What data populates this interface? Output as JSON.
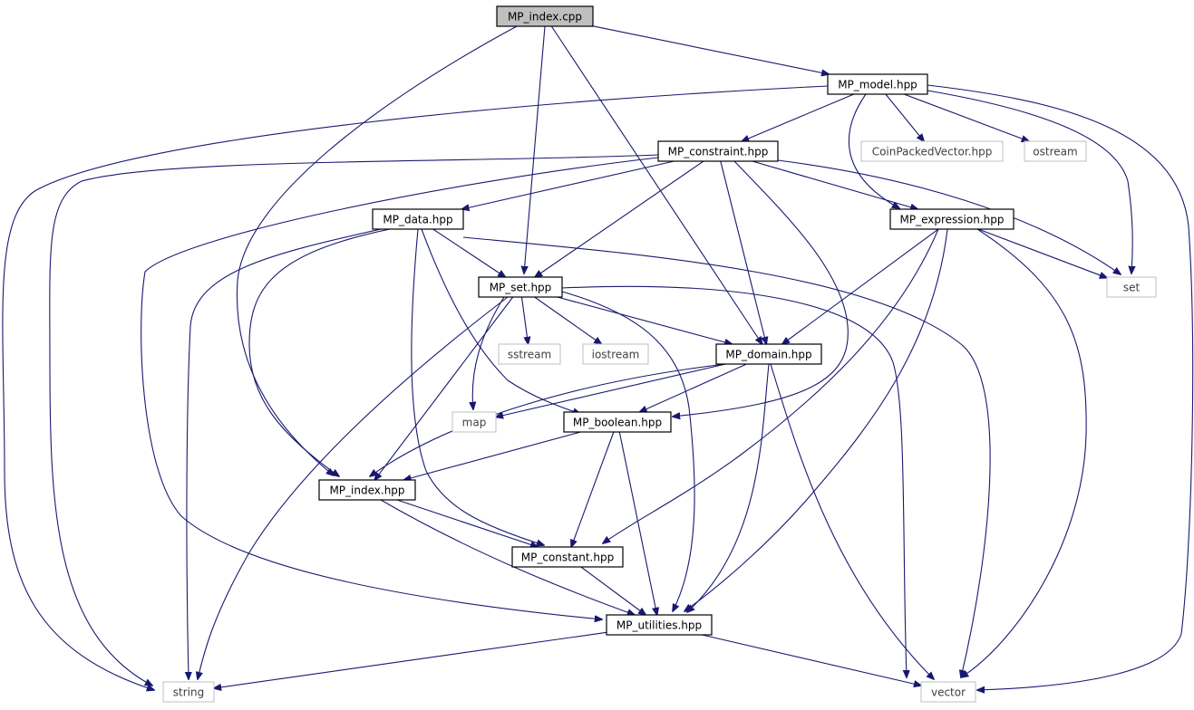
{
  "diagram": {
    "nodes": [
      {
        "id": "mp_index_cpp",
        "label": "MP_index.cpp",
        "kind": "root"
      },
      {
        "id": "mp_model",
        "label": "MP_model.hpp",
        "kind": "doc"
      },
      {
        "id": "mp_constraint",
        "label": "MP_constraint.hpp",
        "kind": "doc"
      },
      {
        "id": "coin",
        "label": "CoinPackedVector.hpp",
        "kind": "ext"
      },
      {
        "id": "ostream",
        "label": "ostream",
        "kind": "ext"
      },
      {
        "id": "mp_data",
        "label": "MP_data.hpp",
        "kind": "doc"
      },
      {
        "id": "mp_expression",
        "label": "MP_expression.hpp",
        "kind": "doc"
      },
      {
        "id": "set",
        "label": "set",
        "kind": "ext"
      },
      {
        "id": "mp_set",
        "label": "MP_set.hpp",
        "kind": "doc"
      },
      {
        "id": "sstream",
        "label": "sstream",
        "kind": "ext"
      },
      {
        "id": "iostream",
        "label": "iostream",
        "kind": "ext"
      },
      {
        "id": "mp_domain",
        "label": "MP_domain.hpp",
        "kind": "doc"
      },
      {
        "id": "map",
        "label": "map",
        "kind": "ext"
      },
      {
        "id": "mp_boolean",
        "label": "MP_boolean.hpp",
        "kind": "doc"
      },
      {
        "id": "mp_index_hpp",
        "label": "MP_index.hpp",
        "kind": "doc"
      },
      {
        "id": "mp_constant",
        "label": "MP_constant.hpp",
        "kind": "doc"
      },
      {
        "id": "mp_utilities",
        "label": "MP_utilities.hpp",
        "kind": "doc"
      },
      {
        "id": "string",
        "label": "string",
        "kind": "ext"
      },
      {
        "id": "vector",
        "label": "vector",
        "kind": "ext"
      }
    ],
    "edges": [
      {
        "from": "mp_index_cpp",
        "to": "mp_model"
      },
      {
        "from": "mp_index_cpp",
        "to": "mp_set"
      },
      {
        "from": "mp_index_cpp",
        "to": "mp_domain"
      },
      {
        "from": "mp_index_cpp",
        "to": "mp_index_hpp"
      },
      {
        "from": "mp_model",
        "to": "mp_constraint"
      },
      {
        "from": "mp_model",
        "to": "coin"
      },
      {
        "from": "mp_model",
        "to": "ostream"
      },
      {
        "from": "mp_model",
        "to": "mp_expression"
      },
      {
        "from": "mp_model",
        "to": "set"
      },
      {
        "from": "mp_model",
        "to": "string"
      },
      {
        "from": "mp_model",
        "to": "vector"
      },
      {
        "from": "mp_constraint",
        "to": "mp_data"
      },
      {
        "from": "mp_constraint",
        "to": "mp_expression"
      },
      {
        "from": "mp_constraint",
        "to": "set"
      },
      {
        "from": "mp_constraint",
        "to": "mp_set"
      },
      {
        "from": "mp_constraint",
        "to": "mp_domain"
      },
      {
        "from": "mp_constraint",
        "to": "mp_boolean"
      },
      {
        "from": "mp_constraint",
        "to": "mp_utilities"
      },
      {
        "from": "mp_constraint",
        "to": "string"
      },
      {
        "from": "mp_data",
        "to": "mp_set"
      },
      {
        "from": "mp_data",
        "to": "mp_boolean"
      },
      {
        "from": "mp_data",
        "to": "mp_index_hpp"
      },
      {
        "from": "mp_data",
        "to": "mp_constant"
      },
      {
        "from": "mp_data",
        "to": "string"
      },
      {
        "from": "mp_data",
        "to": "vector"
      },
      {
        "from": "mp_expression",
        "to": "set"
      },
      {
        "from": "mp_expression",
        "to": "mp_domain"
      },
      {
        "from": "mp_expression",
        "to": "mp_constant"
      },
      {
        "from": "mp_expression",
        "to": "mp_utilities"
      },
      {
        "from": "mp_expression",
        "to": "vector"
      },
      {
        "from": "mp_set",
        "to": "sstream"
      },
      {
        "from": "mp_set",
        "to": "iostream"
      },
      {
        "from": "mp_set",
        "to": "mp_domain"
      },
      {
        "from": "mp_set",
        "to": "map"
      },
      {
        "from": "mp_set",
        "to": "mp_index_hpp"
      },
      {
        "from": "mp_set",
        "to": "mp_utilities"
      },
      {
        "from": "mp_set",
        "to": "string"
      },
      {
        "from": "mp_set",
        "to": "vector"
      },
      {
        "from": "mp_domain",
        "to": "map"
      },
      {
        "from": "mp_domain",
        "to": "mp_boolean"
      },
      {
        "from": "mp_domain",
        "to": "mp_index_hpp"
      },
      {
        "from": "mp_domain",
        "to": "mp_utilities"
      },
      {
        "from": "mp_domain",
        "to": "vector"
      },
      {
        "from": "mp_boolean",
        "to": "mp_index_hpp"
      },
      {
        "from": "mp_boolean",
        "to": "mp_constant"
      },
      {
        "from": "mp_boolean",
        "to": "mp_utilities"
      },
      {
        "from": "mp_index_hpp",
        "to": "mp_constant"
      },
      {
        "from": "mp_index_hpp",
        "to": "mp_utilities"
      },
      {
        "from": "mp_constant",
        "to": "mp_utilities"
      },
      {
        "from": "mp_utilities",
        "to": "string"
      },
      {
        "from": "mp_utilities",
        "to": "vector"
      }
    ],
    "colors": {
      "edge": "#191970",
      "root_fill": "#bfbfbf",
      "node_border": "#000000",
      "external_border": "#bfbfbf"
    }
  }
}
